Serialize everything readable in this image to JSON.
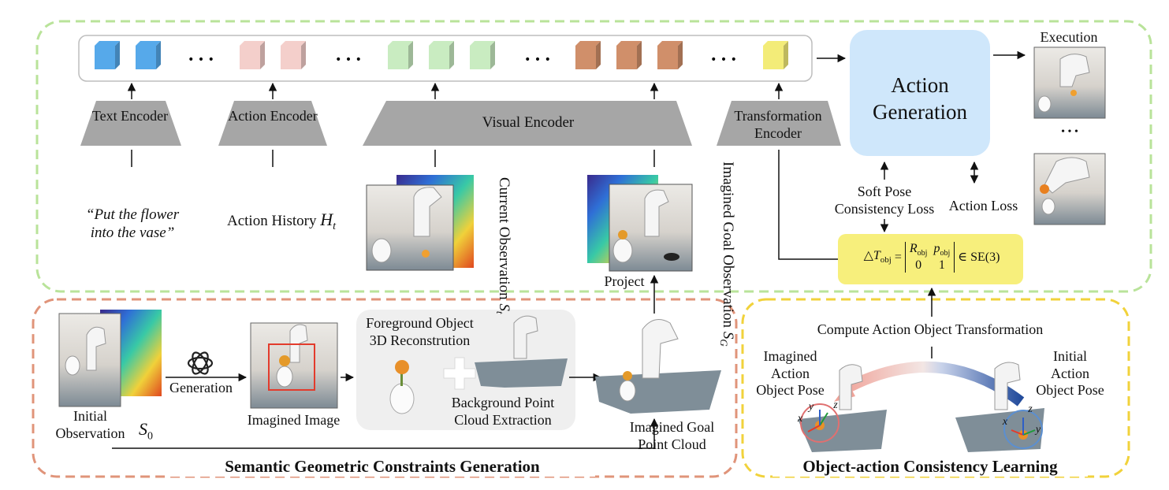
{
  "colors": {
    "green_dash": "#b9e39a",
    "orange_dash": "#e0947a",
    "yellow_dash": "#f1d23b",
    "action_gen_fill": "#cfe7fb",
    "formula_fill": "#f7ef7c",
    "encoder_fill": "#a6a6a6",
    "token_blue": "#56a9ea",
    "token_pink": "#f4cfcb",
    "token_green": "#c9ecc1",
    "token_brown": "#d08f6a",
    "token_yellow": "#f3ec78",
    "arc_red": "#ea9a93",
    "arc_blue": "#2d58a6"
  },
  "tokens": {
    "ellipsis": "• • •"
  },
  "encoders": {
    "text": "Text Encoder",
    "action": "Action Encoder",
    "visual": "Visual Encoder",
    "transformation": "Transformation Encoder"
  },
  "inputs": {
    "instruction_line1": "“Put the flower",
    "instruction_line2": "into the vase”",
    "action_history": "Action History",
    "action_history_symbol": "H",
    "action_history_sub": "t",
    "current_obs_line1": "Current",
    "current_obs_line2": "Observation",
    "current_obs_symbol": "S",
    "current_obs_sub": "t",
    "imagined_goal_line1": "Imagined Goal",
    "imagined_goal_line2": "Observation",
    "imagined_goal_symbol": "S",
    "imagined_goal_sub": "G",
    "project": "Project"
  },
  "action_generation": {
    "line1": "Action",
    "line2": "Generation",
    "execution": "Execution",
    "ellipsis": "• • •",
    "soft_pose_line1": "Soft Pose",
    "soft_pose_line2": "Consistency Loss",
    "action_loss": "Action Loss"
  },
  "formula": {
    "lhs": "△T",
    "lhs_sub": "obj",
    "eq": "=",
    "m11": "R",
    "m11_sub": "obj",
    "m12": "p",
    "m12_sub": "obj",
    "m21": "0",
    "m22": "1",
    "rhs": "∈ SE(3)"
  },
  "semantic": {
    "initial_line1": "Initial",
    "initial_line2": "Observation",
    "initial_symbol": "S",
    "initial_sub": "0",
    "generation": "Generation",
    "imagined_image": "Imagined Image",
    "foreground_line1": "Foreground Object",
    "foreground_line2": "3D Reconstrution",
    "background_line1": "Background Point",
    "background_line2": "Cloud Extraction",
    "goal_cloud_line1": "Imagined Goal",
    "goal_cloud_line2": "Point Cloud",
    "title": "Semantic Geometric Constraints Generation"
  },
  "consistency": {
    "compute": "Compute Action Object Transformation",
    "imagined_pose_line1": "Imagined",
    "imagined_pose_line2": "Action",
    "imagined_pose_line3": "Object Pose",
    "initial_pose_line1": "Initial",
    "initial_pose_line2": "Action",
    "initial_pose_line3": "Object Pose",
    "axis_x": "x",
    "axis_y": "y",
    "axis_z": "z",
    "title": "Object-action Consistency Learning"
  }
}
